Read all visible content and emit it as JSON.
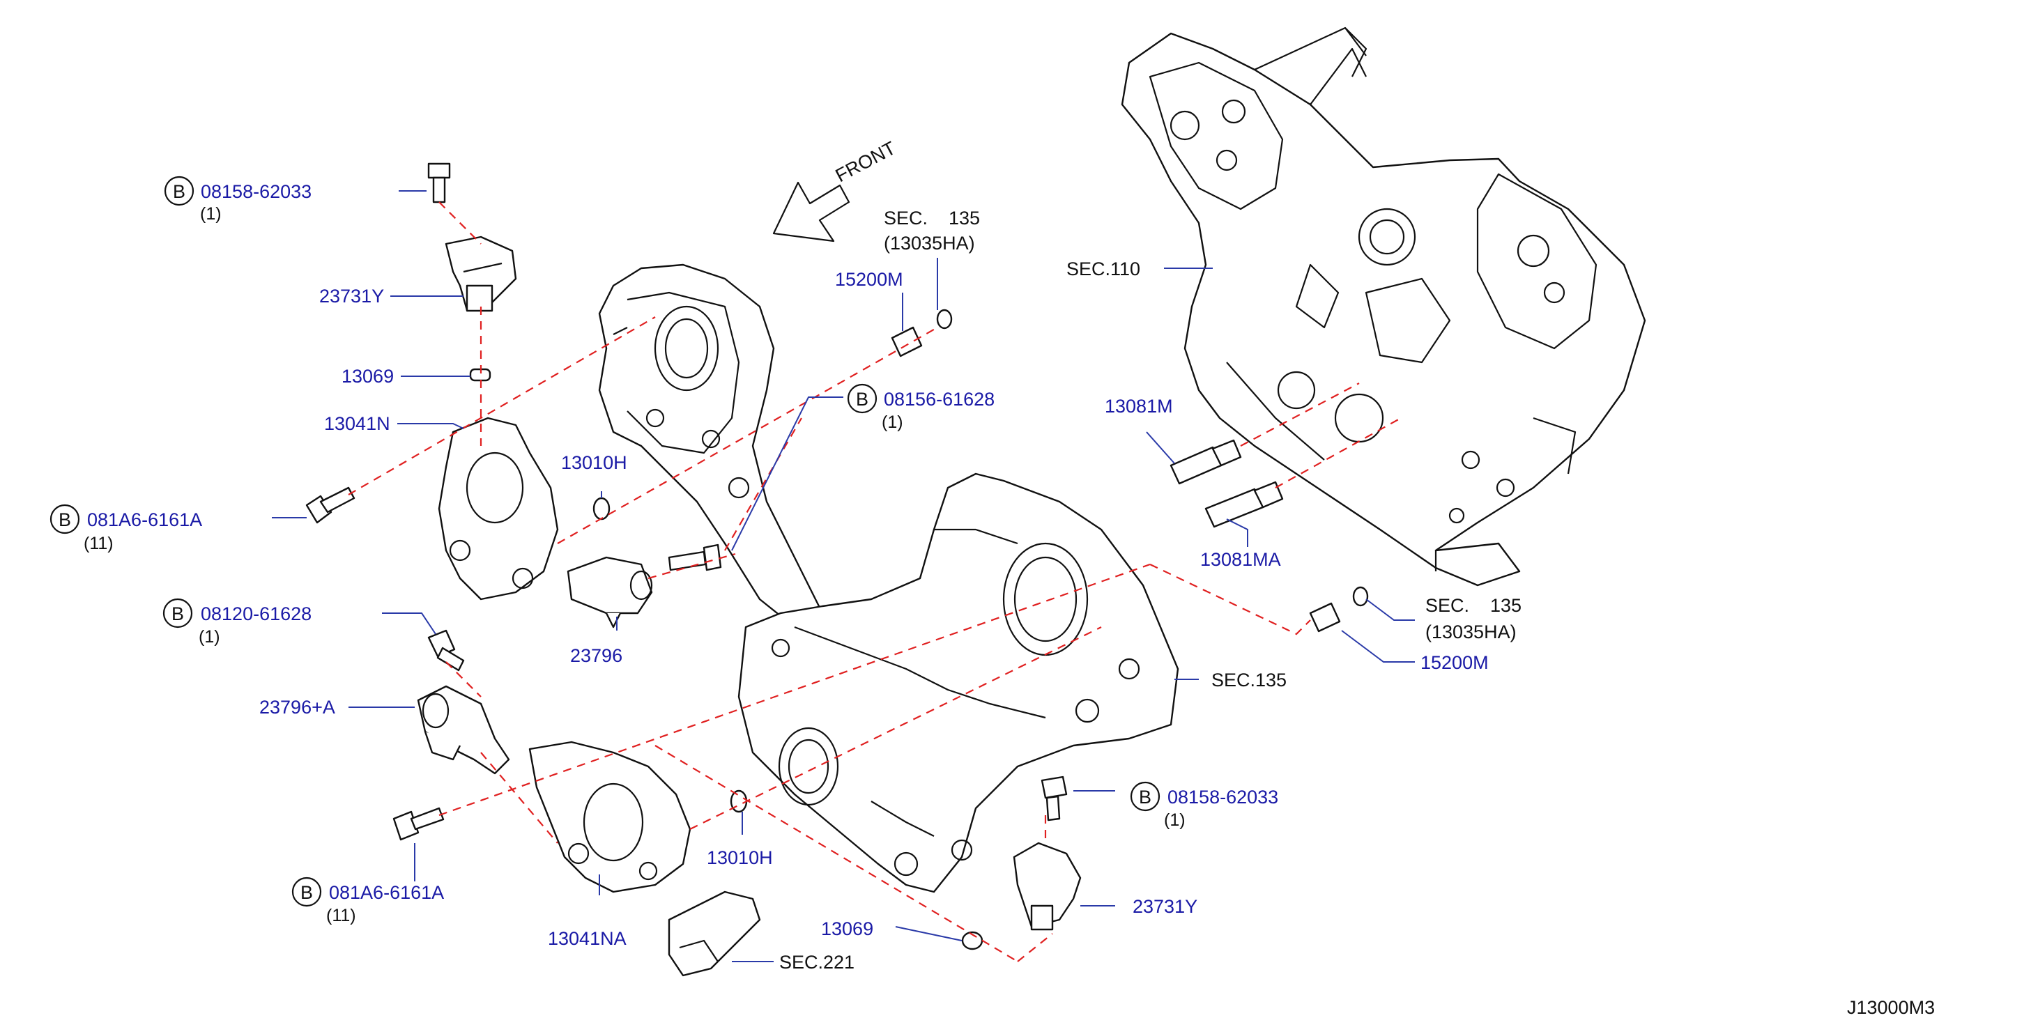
{
  "diagram_id": "J13000M3",
  "front_label": "FRONT",
  "colors": {
    "part_number": "#1a1aa6",
    "section_ref": "#111111",
    "guide_line": "#e02020"
  },
  "bolt_marker": "B",
  "labels": {
    "bolt_08158_62033_top": {
      "code": "08158-62033",
      "qty": "(1)"
    },
    "sensor_23731Y_top": "23731Y",
    "seal_13069_top": "13069",
    "cover_13041N": "13041N",
    "bolt_081A6_6161A_top": {
      "code": "081A6-6161A",
      "qty": "(11)"
    },
    "seal_13010H_top": "13010H",
    "bolt_08120_61628": {
      "code": "08120-61628",
      "qty": "(1)"
    },
    "solenoid_23796": "23796",
    "solenoid_23796A": "23796+A",
    "bolt_081A6_6161A_bottom": {
      "code": "081A6-6161A",
      "qty": "(11)"
    },
    "cover_13041NA": "13041NA",
    "seal_13010H_bottom": "13010H",
    "seal_13069_bottom": "13069",
    "sec_221": "SEC.221",
    "bolt_08158_62033_bottom": {
      "code": "08158-62033",
      "qty": "(1)"
    },
    "sensor_23731Y_bottom": "23731Y",
    "sec_135_mid": "SEC.135",
    "dowel_15200M_right": "15200M",
    "sec_135_right": {
      "line1": "SEC.    135",
      "line2": "(13035HA)"
    },
    "dowel_13081MA": "13081MA",
    "dowel_13081M": "13081M",
    "sec_110": "SEC.110",
    "dowel_15200M_top": "15200M",
    "sec_135_top": {
      "line1": "SEC.    135",
      "line2": "(13035HA)"
    },
    "bolt_08156_61628": {
      "code": "08156-61628",
      "qty": "(1)"
    }
  }
}
